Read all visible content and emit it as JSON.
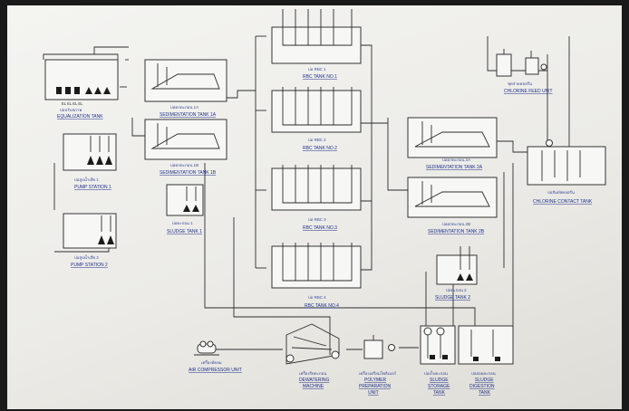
{
  "tanks": {
    "equalization": {
      "thai": "บ่อปรับสภาพ",
      "label": "EQUALIZATION TANK",
      "marks": "EL EL EL EL"
    },
    "pump1": {
      "thai": "บ่อสูบน้ำเสีย 1",
      "label": "PUMP STATION 1"
    },
    "pump2": {
      "thai": "บ่อสูบน้ำเสีย 2",
      "label": "PUMP STATION 2"
    },
    "sed1a": {
      "thai": "บ่อตกตะกอน 1A",
      "label": "SEDIMENTATION TANK 1A"
    },
    "sed1b": {
      "thai": "บ่อตกตะกอน 1B",
      "label": "SEDIMENTATION TANK 1B"
    },
    "sludge1": {
      "thai": "บ่อตะกอน 1",
      "label": "SLUDGE TANK 1"
    },
    "rbc1": {
      "thai": "บ่อ RBC 1",
      "label": "RBC TANK NO.1"
    },
    "rbc2": {
      "thai": "บ่อ RBC 2",
      "label": "RBC TANK NO.2"
    },
    "rbc3": {
      "thai": "บ่อ RBC 3",
      "label": "RBC TANK NO.3"
    },
    "rbc4": {
      "thai": "บ่อ RBC 4",
      "label": "RBC TANK NO.4"
    },
    "sed2a": {
      "thai": "บ่อตกตะกอน 2A",
      "label": "SEDIMENTATION TANK 2A"
    },
    "sed2b": {
      "thai": "บ่อตกตะกอน 2B",
      "label": "SEDIMENTATION TANK 2B"
    },
    "sludge2": {
      "thai": "บ่อตะกอน 2",
      "label": "SLUDGE TANK 2"
    },
    "chlorine_feed": {
      "thai": "ชุดจ่ายคลอรีน",
      "label": "CHLORINE FEED UNIT"
    },
    "chlorine_contact": {
      "thai": "บ่อสัมผัสคลอรีน",
      "label": "CHLORINE CONTACT TANK"
    },
    "air_compressor": {
      "thai": "เครื่องอัดลม",
      "label": "AIR COMPRESSOR UNIT"
    },
    "dewatering": {
      "thai": "เครื่องรีดตะกอน",
      "label": "DEWATERING",
      "label2": "MACHINE"
    },
    "polymer": {
      "thai": "เครื่องเตรียมโพลิเมอร์",
      "label": "POLYMER",
      "label2": "PREPARATION",
      "label3": "UNIT"
    },
    "sludge_storage": {
      "thai": "บ่อเก็บตะกอน",
      "label": "SLUDGE",
      "label2": "STORAGE",
      "label3": "TANK"
    },
    "sludge_digestion": {
      "thai": "บ่อย่อยตะกอน",
      "label": "SLUDGE",
      "label2": "DIGESTION",
      "label3": "TANK"
    }
  },
  "colors": {
    "ink": "#2d2d2d",
    "label": "#1e2f8a",
    "paper": "#f1f0ec",
    "frame": "#1a1a1a"
  }
}
